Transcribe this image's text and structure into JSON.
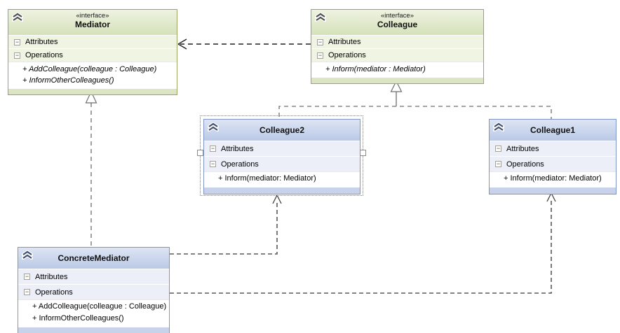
{
  "labels": {
    "attributes": "Attributes",
    "operations": "Operations"
  },
  "icons": {
    "collapse_section_glyph": "−",
    "collapse_section": "minus-box-icon",
    "collapse_class": "double-chevron-up-icon"
  },
  "classes": {
    "mediator": {
      "stereotype": "«interface»",
      "name": "Mediator",
      "operations": [
        "+ AddColleague(colleague : Colleague)",
        "+ InformOtherColleagues()"
      ]
    },
    "colleague": {
      "stereotype": "«interface»",
      "name": "Colleague",
      "operations": [
        "+ Inform(mediator : Mediator)"
      ]
    },
    "colleague2": {
      "name": "Colleague2",
      "operations": [
        "+ Inform(mediator: Mediator)"
      ],
      "selected": true
    },
    "colleague1": {
      "name": "Colleague1",
      "operations": [
        "+ Inform(mediator: Mediator)"
      ]
    },
    "concrete_mediator": {
      "name": "ConcreteMediator",
      "operations": [
        "+ AddColleague(colleague : Colleague)",
        "+ InformOtherColleagues()"
      ]
    }
  },
  "relationships": [
    {
      "type": "dependency",
      "from": "Colleague",
      "to": "Mediator"
    },
    {
      "type": "realization",
      "from": "ConcreteMediator",
      "to": "Mediator"
    },
    {
      "type": "realization",
      "from": "Colleague2",
      "to": "Colleague"
    },
    {
      "type": "realization",
      "from": "Colleague1",
      "to": "Colleague"
    },
    {
      "type": "dependency",
      "from": "ConcreteMediator",
      "to": "Colleague2"
    },
    {
      "type": "dependency",
      "from": "ConcreteMediator",
      "to": "Colleague1"
    }
  ],
  "colors": {
    "interface_border": "#9aa561",
    "interface_header": "#d5e1ba",
    "interface_row_bg": "#f0f4e3",
    "interface_footer": "#dbe5c3",
    "class_border": "#7e95c5",
    "class_header": "#bac9e6",
    "class_row_bg": "#eceff8",
    "class_footer": "#c8d2ea",
    "connector_gray": "#666666",
    "connector_black": "#1f1f1f",
    "selection_outline": "#7f7f7f"
  }
}
